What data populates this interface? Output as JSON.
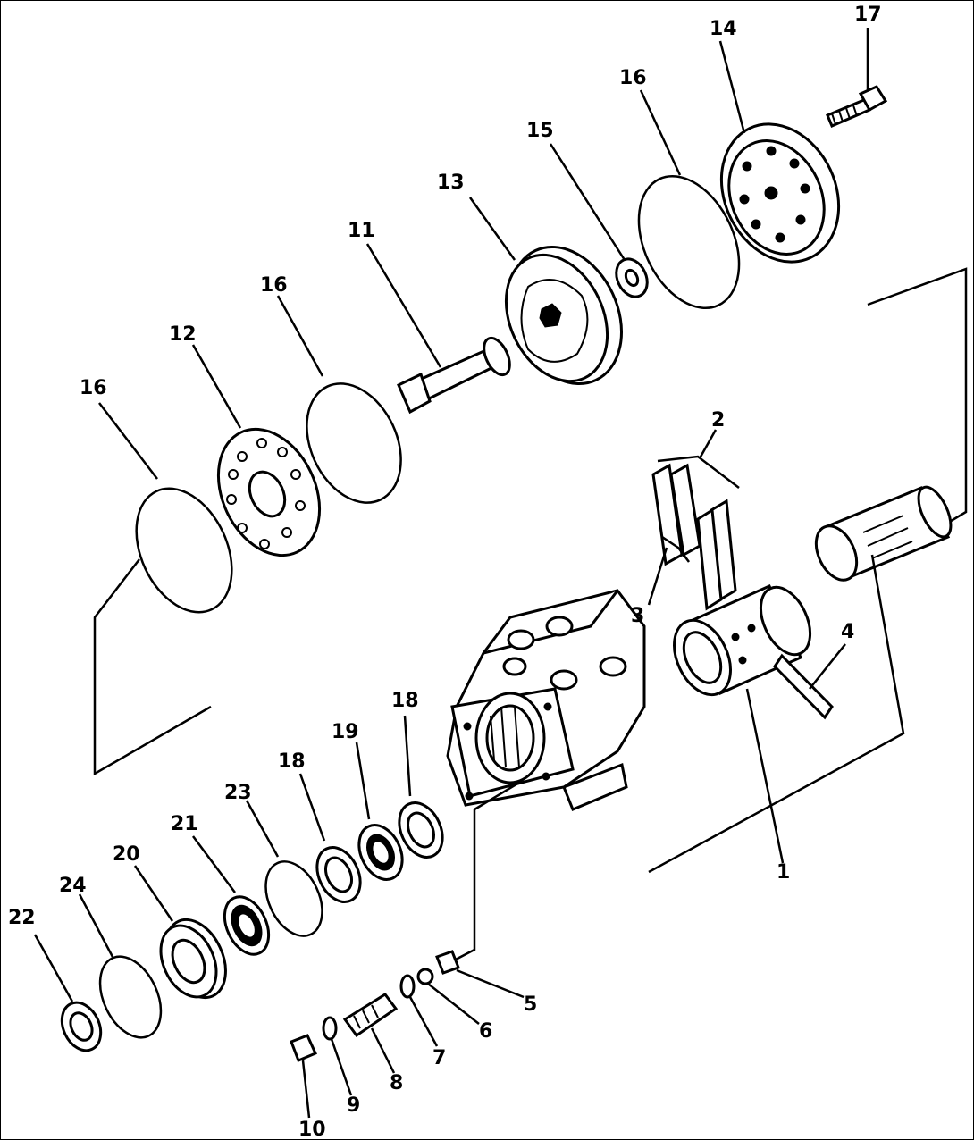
{
  "diagram": {
    "callouts": [
      {
        "id": "c1",
        "text": "1"
      },
      {
        "id": "c2",
        "text": "2"
      },
      {
        "id": "c3",
        "text": "3"
      },
      {
        "id": "c4",
        "text": "4"
      },
      {
        "id": "c5",
        "text": "5"
      },
      {
        "id": "c6",
        "text": "6"
      },
      {
        "id": "c7",
        "text": "7"
      },
      {
        "id": "c8",
        "text": "8"
      },
      {
        "id": "c9",
        "text": "9"
      },
      {
        "id": "c10",
        "text": "10"
      },
      {
        "id": "c11",
        "text": "11"
      },
      {
        "id": "c12",
        "text": "12"
      },
      {
        "id": "c13",
        "text": "13"
      },
      {
        "id": "c14",
        "text": "14"
      },
      {
        "id": "c15",
        "text": "15"
      },
      {
        "id": "c16a",
        "text": "16"
      },
      {
        "id": "c16b",
        "text": "16"
      },
      {
        "id": "c16c",
        "text": "16"
      },
      {
        "id": "c17",
        "text": "17"
      },
      {
        "id": "c18a",
        "text": "18"
      },
      {
        "id": "c18b",
        "text": "18"
      },
      {
        "id": "c19",
        "text": "19"
      },
      {
        "id": "c20",
        "text": "20"
      },
      {
        "id": "c21",
        "text": "21"
      },
      {
        "id": "c22",
        "text": "22"
      },
      {
        "id": "c23",
        "text": "23"
      },
      {
        "id": "c24",
        "text": "24"
      }
    ]
  },
  "colors": {
    "ink": "#000000",
    "paper": "#ffffff"
  }
}
